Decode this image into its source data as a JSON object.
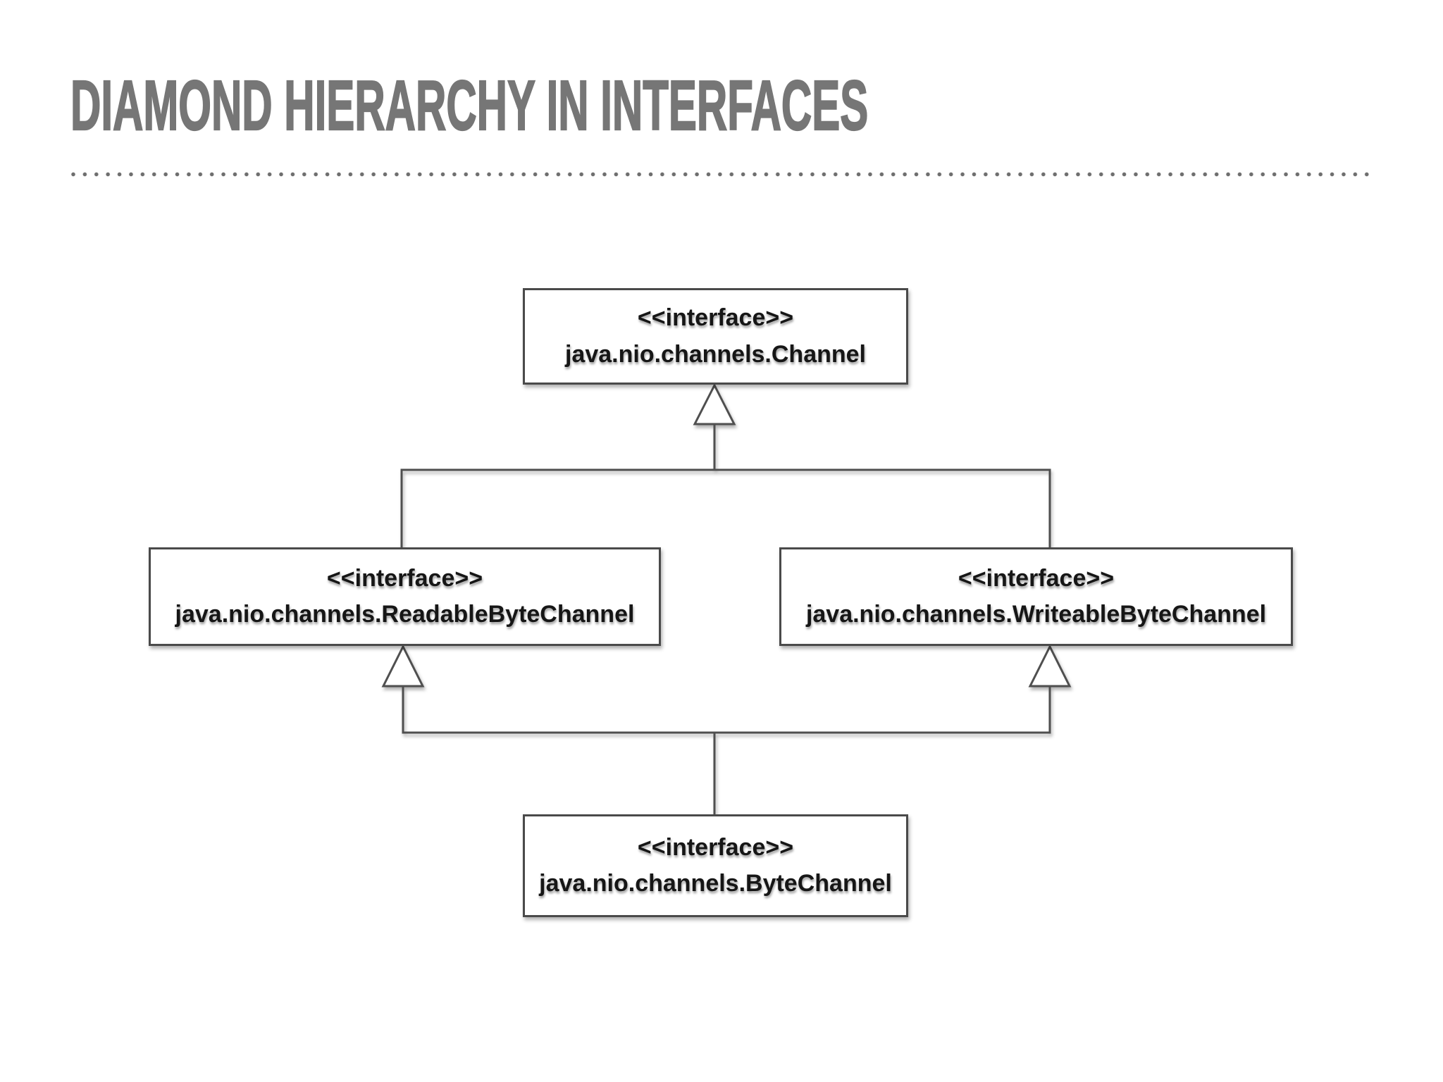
{
  "slide": {
    "title": "DIAMOND HIERARCHY IN INTERFACES",
    "background_color": "#ffffff",
    "title_color": "#767676",
    "divider_dots_color": "#6e6e6e"
  },
  "diagram": {
    "line_color": "#4f4f4f",
    "box_border_color": "#4a4a4a",
    "box_text_color": "#161616",
    "nodes": [
      {
        "id": "channel",
        "stereotype": "<<interface>>",
        "name": "java.nio.channels.Channel"
      },
      {
        "id": "readable-byte-channel",
        "stereotype": "<<interface>>",
        "name": "java.nio.channels.ReadableByteChannel"
      },
      {
        "id": "writeable-byte-channel",
        "stereotype": "<<interface>>",
        "name": "java.nio.channels.WriteableByteChannel"
      },
      {
        "id": "byte-channel",
        "stereotype": "<<interface>>",
        "name": "java.nio.channels.ByteChannel"
      }
    ],
    "relations": [
      {
        "from": "readable-byte-channel",
        "to": "channel",
        "type": "generalization"
      },
      {
        "from": "writeable-byte-channel",
        "to": "channel",
        "type": "generalization"
      },
      {
        "from": "byte-channel",
        "to": "readable-byte-channel",
        "type": "generalization"
      },
      {
        "from": "byte-channel",
        "to": "writeable-byte-channel",
        "type": "generalization"
      }
    ]
  }
}
